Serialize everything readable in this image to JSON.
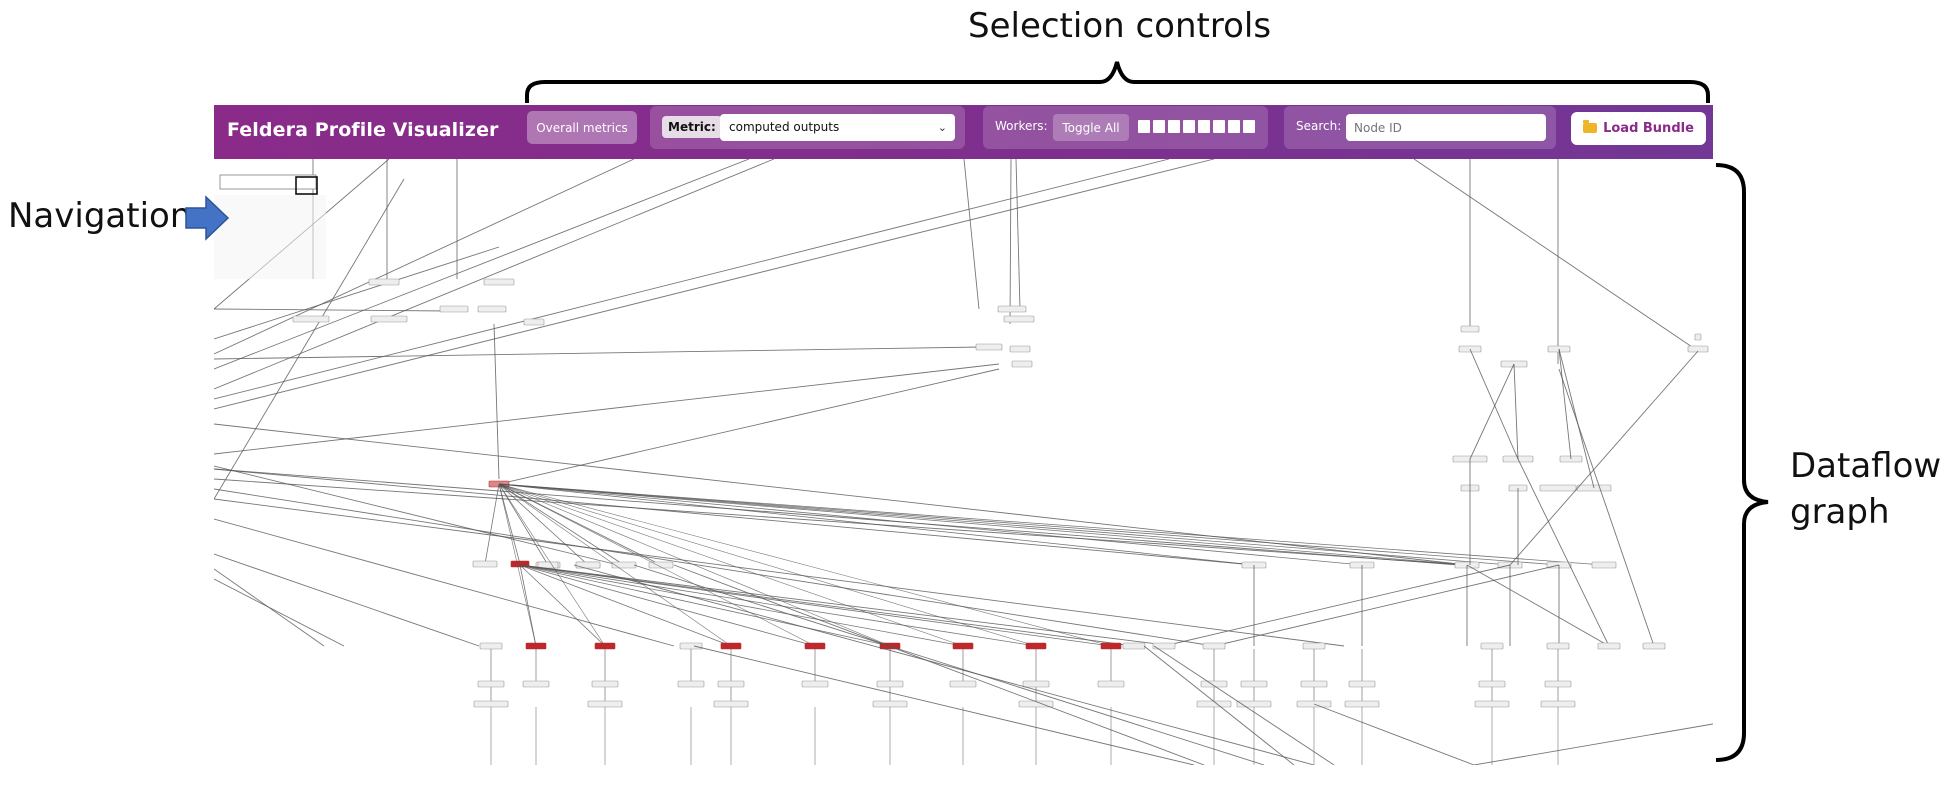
{
  "annotations": {
    "selection_controls": "Selection controls",
    "navigation": "Navigation",
    "dataflow_graph_line1": "Dataflow",
    "dataflow_graph_line2": "graph"
  },
  "toolbar": {
    "title": "Feldera Profile Visualizer",
    "overall_metrics_label": "Overall metrics",
    "metric_label": "Metric:",
    "metric_selected": "computed outputs",
    "workers_label": "Workers:",
    "toggle_all_label": "Toggle All",
    "worker_count": 8,
    "search_label": "Search:",
    "search_placeholder": "Node ID",
    "load_bundle_label": "Load Bundle"
  },
  "colors": {
    "toolbar_start": "#8a2b8a",
    "toolbar_end": "#733796",
    "load_bundle_text": "#8a2b8a",
    "folder_icon": "#f0b429",
    "node_hot": "#c0262b",
    "node_warm": "#e08585",
    "node_cold": "#eeeeee",
    "edge": "#555555"
  },
  "icons": {
    "load_bundle": "folder-icon",
    "metric_dropdown": "chevron-down-icon",
    "navigation_arrow": "arrow-right-icon"
  }
}
